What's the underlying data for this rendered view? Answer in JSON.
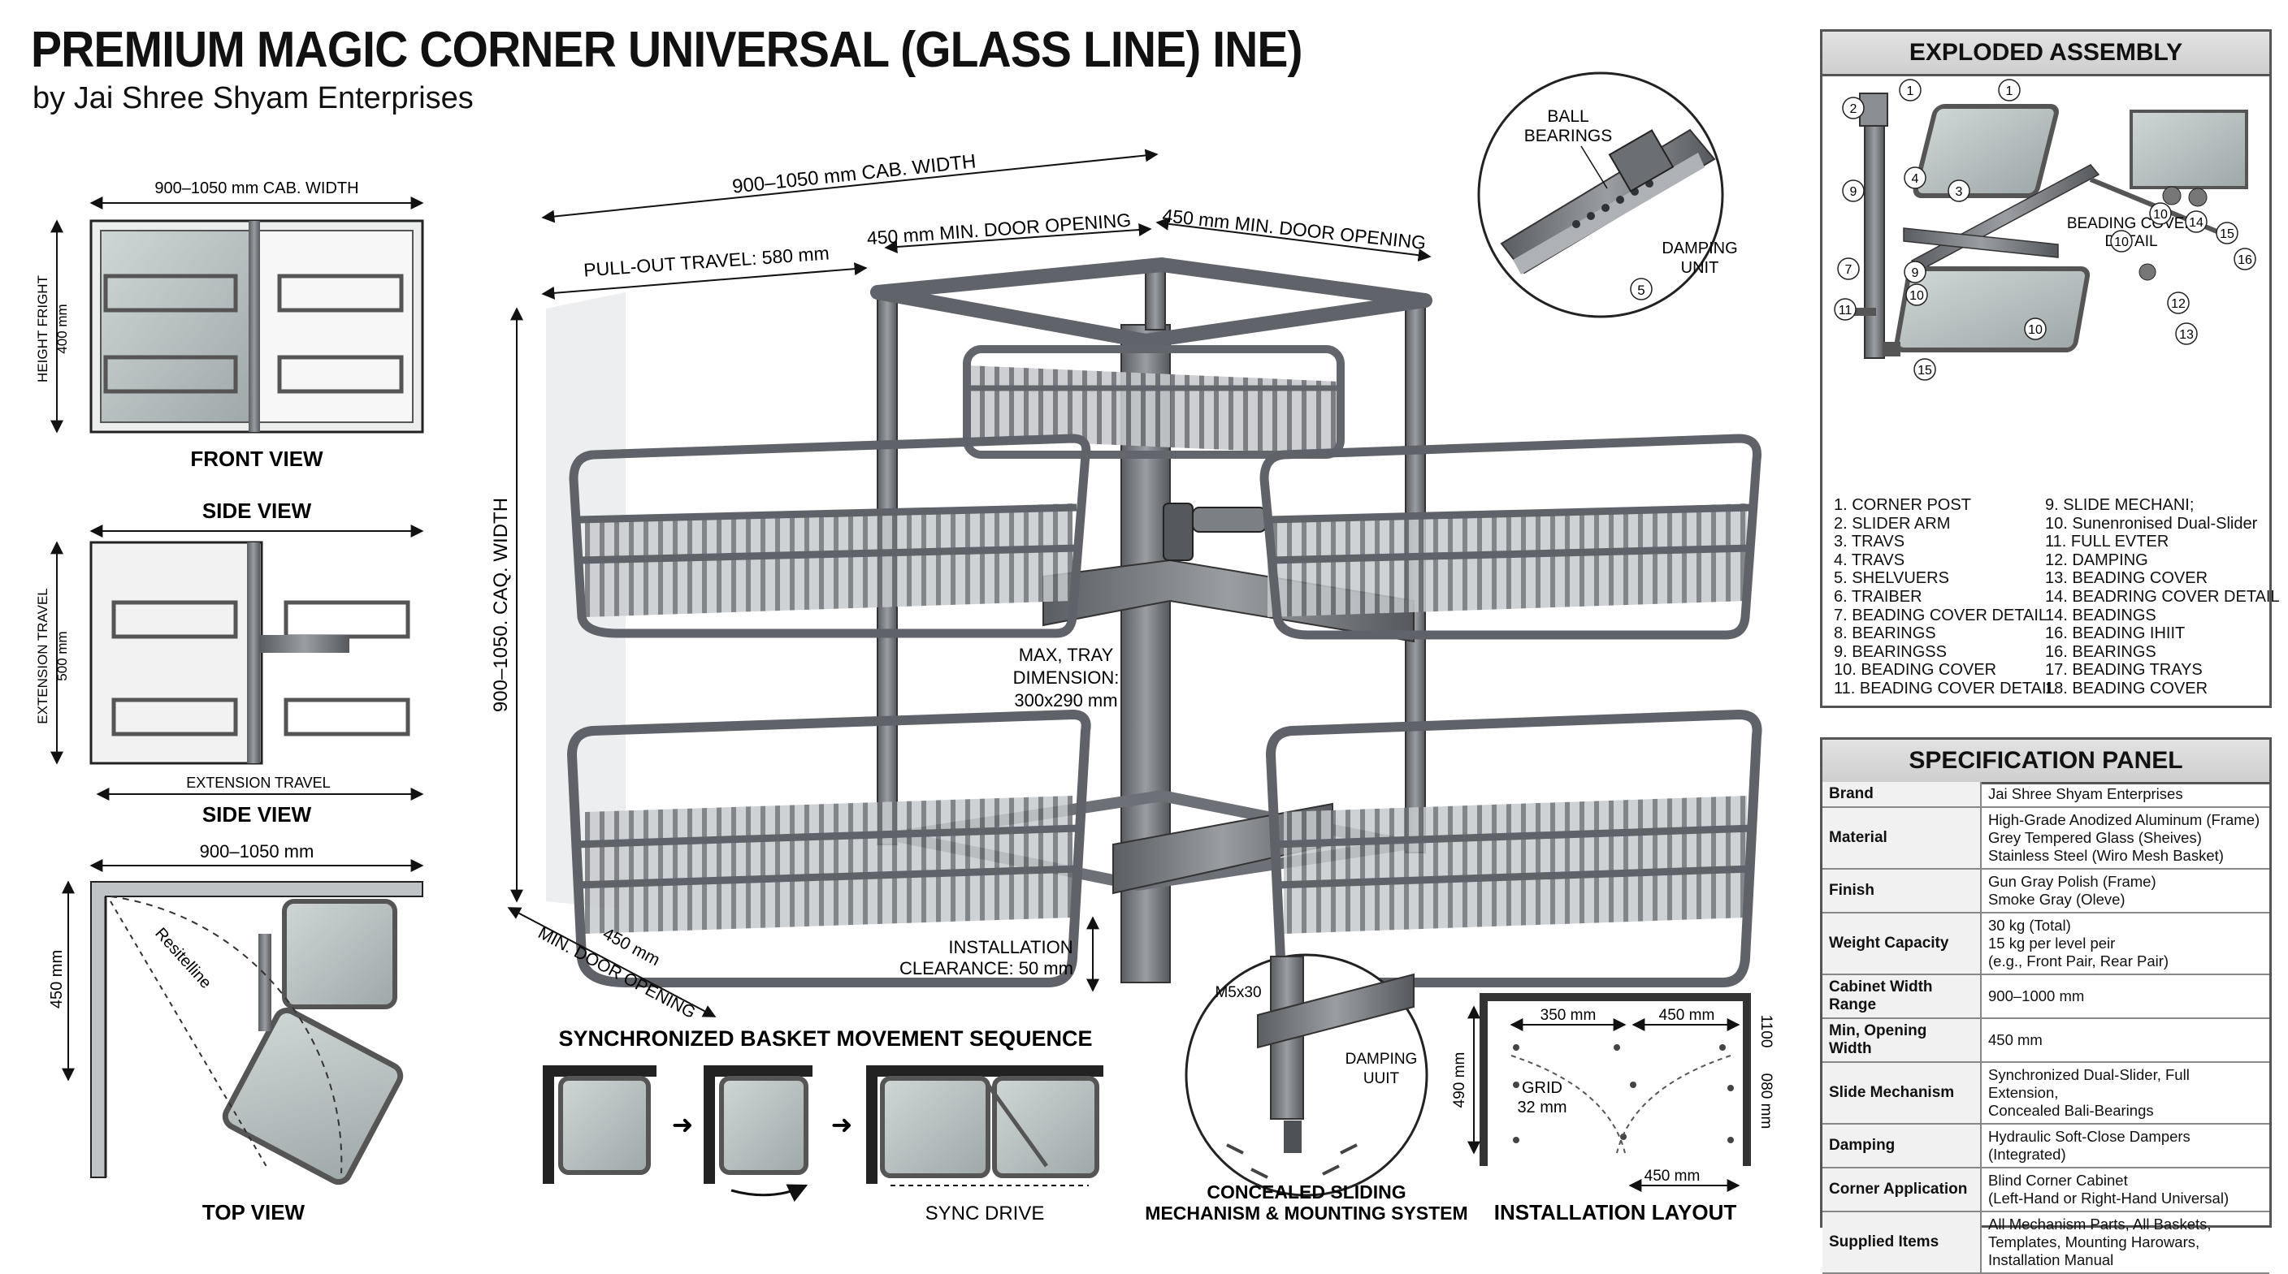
{
  "header": {
    "title": "PREMIUM MAGIC CORNER UNIVERSAL (GLASS LINE)     INE)",
    "subtitle": "by Jai Shree Shyam Enterprises"
  },
  "front_view": {
    "label": "FRONT VIEW",
    "width_dim": "900–1050 mm CAB. WIDTH",
    "height_dim_a": "HEIGHT FRIGHT",
    "height_dim_b": "400 mm"
  },
  "side_view": {
    "label_top": "SIDE VIEW",
    "label_bottom": "SIDE VIEW",
    "ext_a": "EXTENSION TRAVEL",
    "ext_b": "500 mm",
    "ext_bottom": "EXTENSION TRAVEL"
  },
  "top_view": {
    "label": "TOP VIEW",
    "width_dim": "900–1050 mm",
    "depth_dim": "450 mm",
    "arc_label": "Resitelline"
  },
  "main": {
    "overall_width": "900–1050 mm CAB. WIDTH",
    "pull_out": "PULL-OUT TRAVEL: 580 mm",
    "door_opening_1": "450 mm MIN. DOOR OPENING",
    "door_opening_2": "450 mm MIN. DOOR OPENING",
    "vertical_width": "900–1050. CAQ. WIDTH",
    "tray_a": "MAX, TRAY",
    "tray_b": "DIMENSION:",
    "tray_c": "300x290 mm",
    "clear_a": "INSTALLATION",
    "clear_b": "CLEARANCE: 50 mm",
    "bottom_a": "450 mm",
    "bottom_b": "MIN. DOOR OPENING"
  },
  "bearings_callout": {
    "ball_a": "BALL",
    "ball_b": "BEARINGS",
    "damp_a": "DAMPING",
    "damp_b": "UNIT",
    "num": "5"
  },
  "sync": {
    "title": "SYNCHRONIZED BASKET MOVEMENT SEQUENCE",
    "drive": "SYNC DRIVE"
  },
  "mount": {
    "screw": "M5x30",
    "damp_a": "DAMPING",
    "damp_b": "UUIT",
    "label_a": "CONCEALED SLIDING",
    "label_b": "MECHANISM & MOUNTING SYSTEM"
  },
  "layout": {
    "label": "INSTALLATION LAYOUT",
    "d1": "350 mm",
    "d2": "450 mm",
    "d3": "490 mm",
    "grid_a": "GRID",
    "grid_b": "32 mm",
    "d4": "450 mm",
    "d5": "1100",
    "d6": "080 mm"
  },
  "assembly": {
    "title": "EXPLODED ASSEMBLY",
    "cover_a": "BEADING COVER",
    "cover_b": "DETAIL",
    "callouts": [
      "1",
      "2",
      "9",
      "4",
      "3",
      "10",
      "1",
      "10",
      "14",
      "15",
      "16",
      "7",
      "9",
      "10",
      "12",
      "11",
      "13",
      "15",
      "10"
    ],
    "parts_left": [
      "1. CORNER POST",
      "2. SLIDER ARM",
      "3. TRAVS",
      "4. TRAVS",
      "5. SHELVUERS",
      "6. TRAIBER",
      "7. BEADING COVER DETAIL",
      "8. BEARINGS",
      "9. BEARINGSS",
      "10. BEADING COVER",
      "11. BEADING COVER DETAIL"
    ],
    "parts_right": [
      "9. SLIDE MECHANI;",
      "10. Sunenronised Dual-Slider",
      "11. FULL EVTER",
      "12. DAMPING",
      "13. BEADING COVER",
      "14. BEADRING COVER DETAIL",
      "14. BEADINGS",
      "16. BEADING IHIIT",
      "16. BEARINGS",
      "17. BEADING TRAYS",
      "18. BEADING COVER"
    ]
  },
  "spec": {
    "title": "SPECIFICATION PANEL",
    "rows": [
      {
        "key": "Brand",
        "value": "Jai Shree Shyam Enterprises"
      },
      {
        "key": "Material",
        "value": "High-Grade Anodized Aluminum (Frame)\nGrey Tempered Glass (Sheives)\nStainless Steel (Wiro Mesh Basket)"
      },
      {
        "key": "Finish",
        "value": "Gun Gray Polish (Frame)\nSmoke Gray (Oleve)"
      },
      {
        "key": "Weight Capacity",
        "value": "30 kg (Total)\n15 kg per level peir\n(e.g., Front Pair, Rear Pair)"
      },
      {
        "key": "Cabinet Width Range",
        "value": "900–1000 mm"
      },
      {
        "key": "Min, Opening Width",
        "value": "450 mm"
      },
      {
        "key": "Slide Mechanism",
        "value": "Synchronized Dual-Slider, Full Extension,\nConcealed Bali-Bearings"
      },
      {
        "key": "Damping",
        "value": "Hydraulic Soft-Close Dampers (Integrated)"
      },
      {
        "key": "Corner Application",
        "value": "Blind Corner Cabinet\n(Left-Hand or Right-Hand Universal)"
      },
      {
        "key": "Supplied Items",
        "value": "All Mechanism Parts, All Baskets,\nTemplates, Mounting Harowars,\nInstallation Manual"
      }
    ]
  }
}
